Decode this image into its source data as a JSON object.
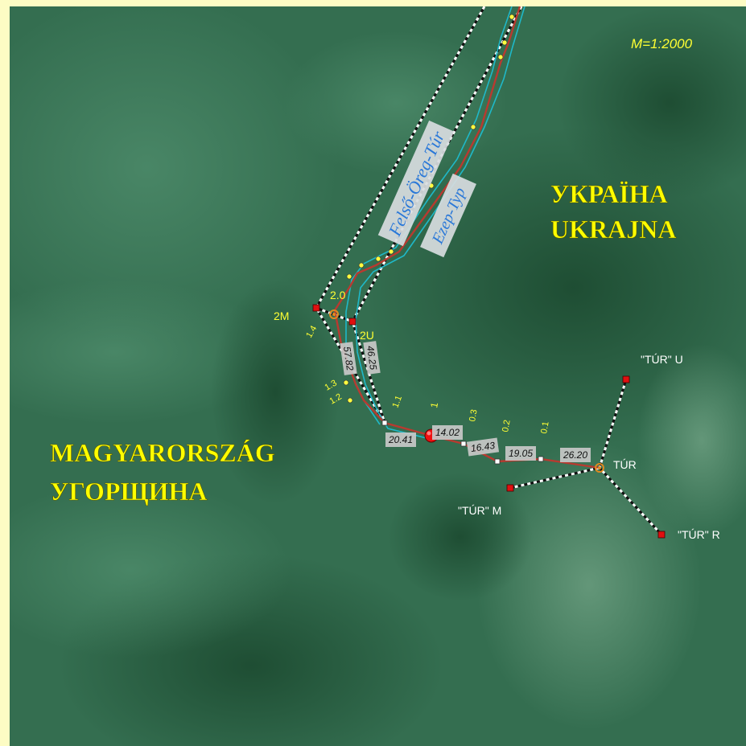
{
  "map": {
    "scale": "M=1:2000",
    "country_labels": {
      "ukraine_cyrillic": "УКРАЇНА",
      "ukraine_latin": "UKRAJNA",
      "hungary_latin": "MAGYARORSZÁG",
      "hungary_cyrillic": "УГОРЩИНА"
    },
    "river_labels": {
      "hungarian": "Felső-Öreg-Túr",
      "ukrainian": "Ezep-Typ"
    },
    "points": {
      "p2m": "2M",
      "p2u": "2U",
      "p2_0": "2.0",
      "tur": "TÚR",
      "tur_u": "\"TÚR\" U",
      "tur_m": "\"TÚR\" M",
      "tur_r": "\"TÚR\" R"
    },
    "chainage": [
      "1.4",
      "1.3",
      "1.2",
      "1.1",
      "1",
      "0.3",
      "0.2",
      "0.1"
    ],
    "distances": [
      "57.82",
      "46.25",
      "20.41",
      "14.02",
      "16.43",
      "19.05",
      "26.20"
    ],
    "colors": {
      "background": "#fdfcc4",
      "forest": "#2e6a4a",
      "river": "#1fb8c8",
      "border_line": "#b83a30",
      "survey_line": "#ffffff",
      "marker_red": "#e01010",
      "marker_orange": "#e08a20",
      "vertex_yellow": "#ffff40",
      "label_yellow": "#ffff00"
    }
  }
}
